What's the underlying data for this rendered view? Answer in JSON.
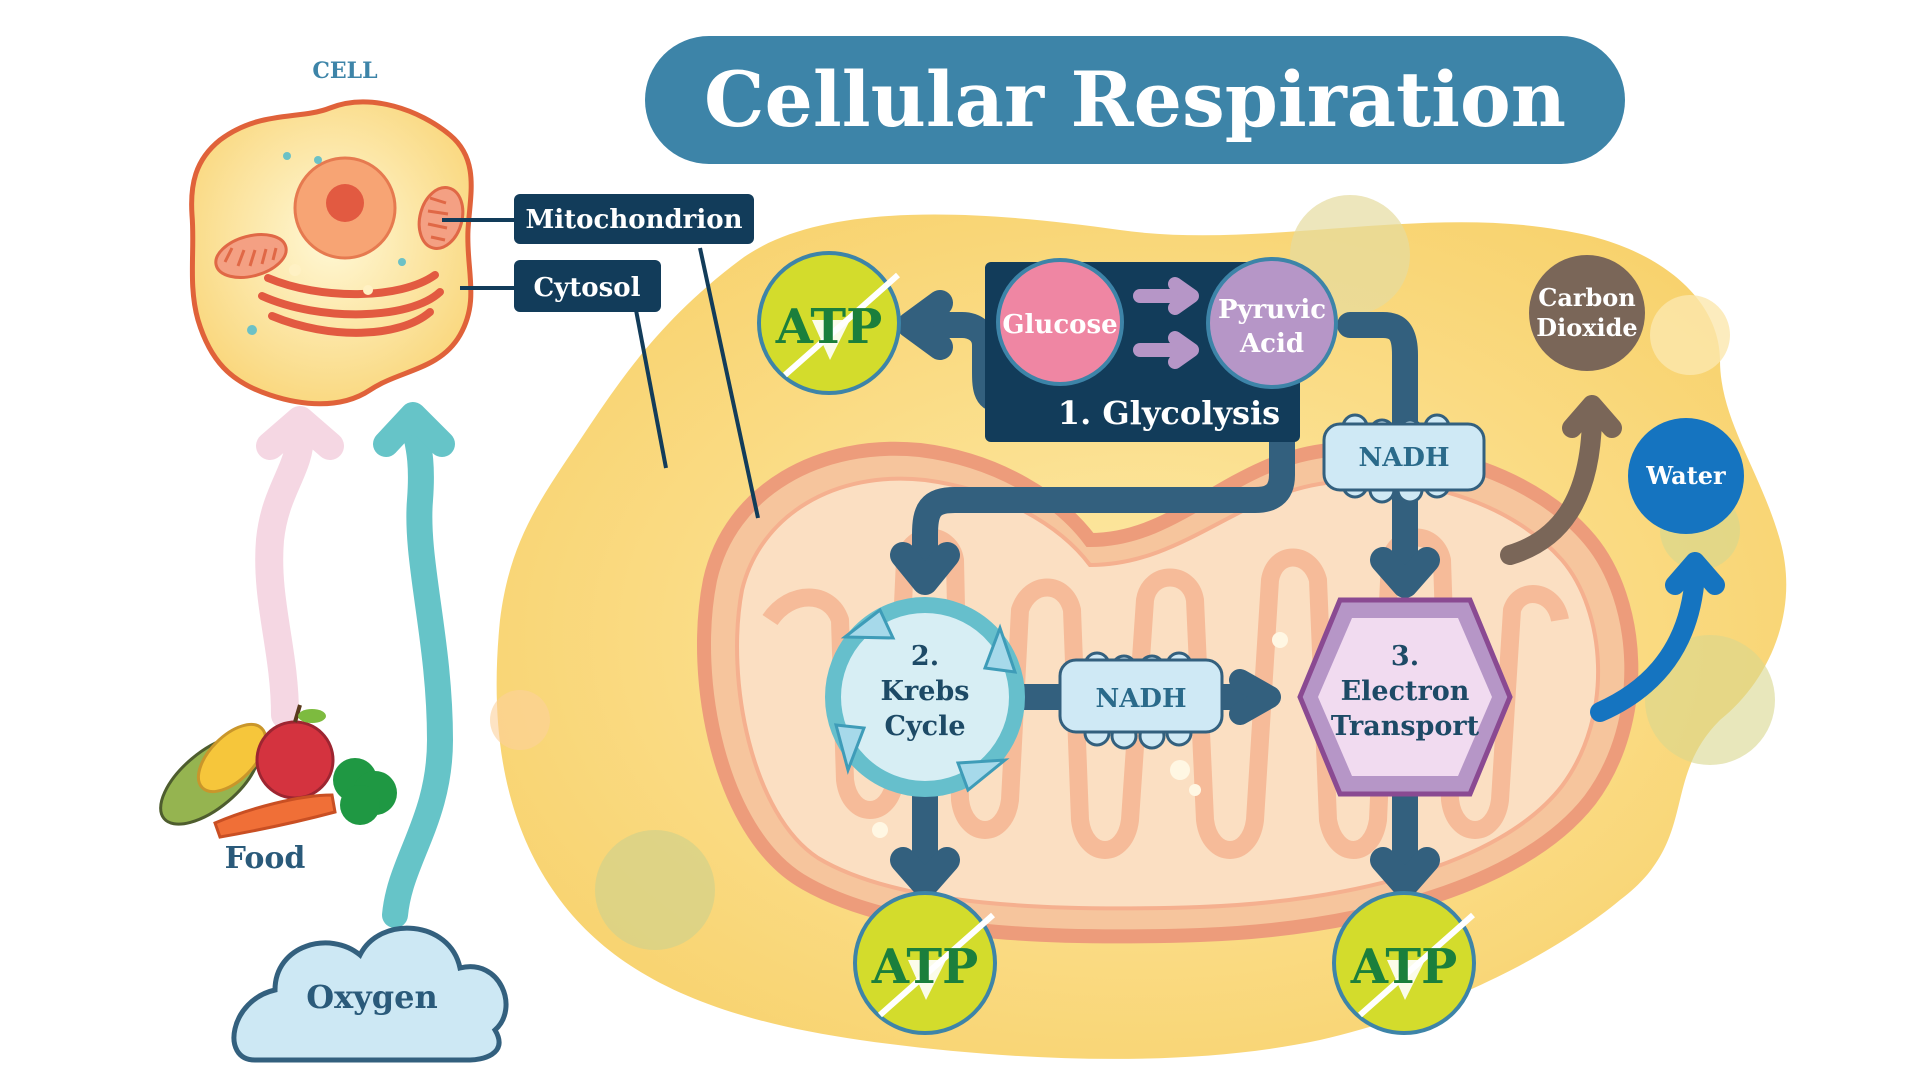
{
  "title": "Cellular Respiration",
  "cell": {
    "label": "CELL",
    "mitochondrion_label": "Mitochondrion",
    "cytosol_label": "Cytosol"
  },
  "inputs": {
    "food_label": "Food",
    "oxygen_label": "Oxygen"
  },
  "glycolysis": {
    "label": "1. Glycolysis",
    "glucose": "Glucose",
    "pyruvic_line1": "Pyruvic",
    "pyruvic_line2": "Acid"
  },
  "krebs": {
    "line1": "2.",
    "line2": "Krebs",
    "line3": "Cycle"
  },
  "electron_transport": {
    "line1": "3.",
    "line2": "Electron",
    "line3": "Transport"
  },
  "nadh_top": "NADH",
  "nadh_middle": "NADH",
  "atp": {
    "glycolysis": "ATP",
    "krebs": "ATP",
    "electron": "ATP"
  },
  "outputs": {
    "co2_line1": "Carbon",
    "co2_line2": "Dioxide",
    "water": "Water"
  },
  "colors": {
    "title_bg": "#3d84a8",
    "dark_label": "#123c5a",
    "arrow": "#33607e",
    "cytosol": "#fbd875",
    "mito_outer": "#f0a781",
    "atp_fill": "#d3dc2c",
    "glucose": "#ef86a3",
    "pyruvic": "#b696c7",
    "co2": "#7a6658",
    "water": "#1574c0",
    "oxygen_arrow": "#66c4c8",
    "food_arrow": "#f5d7e3"
  }
}
